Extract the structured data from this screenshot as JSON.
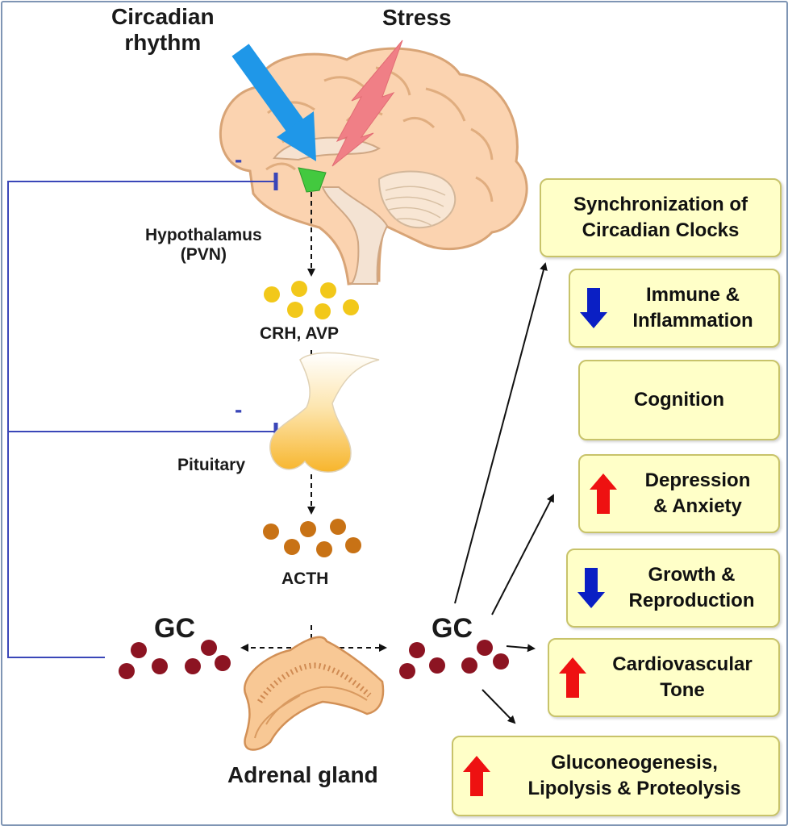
{
  "inputs": {
    "circadian": [
      "Circadian",
      "rhythm"
    ],
    "stress": "Stress"
  },
  "hpa": {
    "hypothalamus": [
      "Hypothalamus",
      "(PVN)"
    ],
    "crh": "CRH, AVP",
    "pituitary": "Pituitary",
    "acth": "ACTH",
    "gc": "GC",
    "adrenal": "Adrenal gland",
    "feedback_symbol": "-"
  },
  "effects": [
    {
      "line1": "Synchronization of",
      "line2": "Circadian Clocks",
      "arrow": "none"
    },
    {
      "line1": "Immune &",
      "line2": "Inflammation",
      "arrow": "down"
    },
    {
      "line1": "Cognition",
      "line2": "",
      "arrow": "none"
    },
    {
      "line1": "Depression",
      "line2": "& Anxiety",
      "arrow": "up"
    },
    {
      "line1": "Growth &",
      "line2": "Reproduction",
      "arrow": "down"
    },
    {
      "line1": "Cardiovascular",
      "line2": "Tone",
      "arrow": "up"
    },
    {
      "line1": "Gluconeogenesis,",
      "line2": "Lipolysis & Proteolysis",
      "arrow": "up"
    }
  ],
  "colors": {
    "circadian_arrow": "#1f97e8",
    "stress_bolt": "#f07f86",
    "feedback": "#3a46b8",
    "crh_dots": "#f2c81a",
    "acth_dots": "#c87215",
    "gc_dots": "#8c1422",
    "box_fill": "#ffffc8",
    "up_arrow": "#ee1111",
    "down_arrow": "#0a1fc4"
  }
}
